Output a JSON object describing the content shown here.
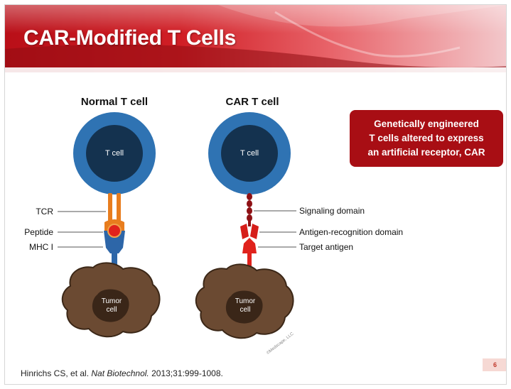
{
  "slide": {
    "title": "CAR-Modified T Cells",
    "page_number": "6"
  },
  "diagram": {
    "left_panel": {
      "heading": "Normal T cell",
      "cell_label": "T cell",
      "tumor_label_line1": "Tumor",
      "tumor_label_line2": "cell",
      "labels": [
        "TCR",
        "Peptide",
        "MHC I"
      ]
    },
    "right_panel": {
      "heading": "CAR T cell",
      "cell_label": "T cell",
      "tumor_label_line1": "Tumor",
      "tumor_label_line2": "cell",
      "labels": [
        "Signaling domain",
        "Antigen-recognition domain",
        "Target antigen"
      ]
    },
    "watermark": "©Medscape, LLC"
  },
  "callout": {
    "lines": [
      "Genetically engineered",
      "T cells altered to express",
      "an artificial receptor, CAR"
    ]
  },
  "citation": {
    "authors": "Hinrichs CS, et al.",
    "journal": "Nat Biotechnol.",
    "details": "2013;31:999-1008."
  },
  "colors": {
    "banner_red": "#c0141c",
    "cell_blue": "#2f73b3",
    "nucleus_navy": "#14324f",
    "tcr_orange": "#e87d1e",
    "mhc_blue": "#2d66a8",
    "car_red": "#e0221c",
    "signal_maroon": "#8e1115",
    "tumor_brown": "#6b4a32",
    "tumor_dark": "#3a2618",
    "callout_red": "#a80e14"
  }
}
